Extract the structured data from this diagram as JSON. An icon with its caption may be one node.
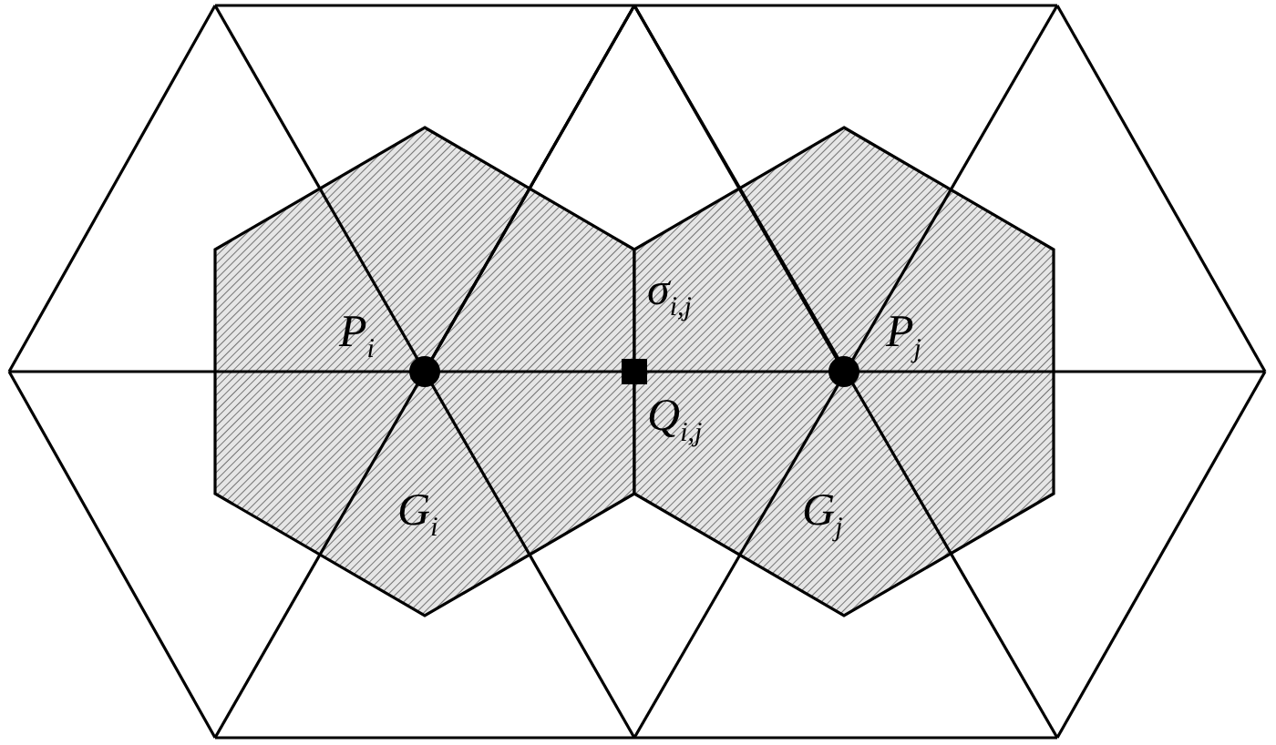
{
  "diagram": {
    "labels": [
      "σ$_{i,j}$",
      "P$_{i}$",
      "P$_{j}$",
      "Q$_{i,j}$",
      "G$_{i}$",
      "G$_{j}$"
    ]
  }
}
